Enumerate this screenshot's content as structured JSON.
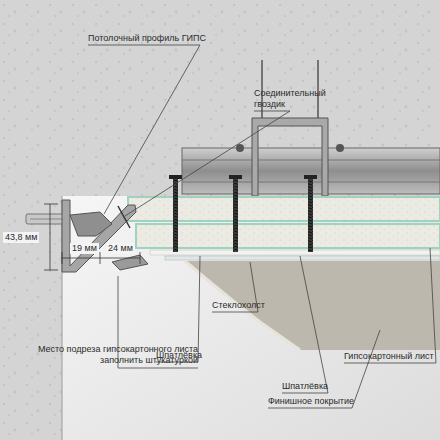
{
  "diagram": {
    "labels": [
      "Потолочный профиль ГИПС",
      "Соединительный гвоздик",
      "43,8 мм",
      "19 мм",
      "24 мм",
      "Стеклохолст",
      "Место подреза гипсокартонного листа заполнить штукатуркой",
      "Шпатлёвка",
      "Шпатлёвка",
      "Финишное покрытие",
      "Гипсокартонный лист"
    ]
  }
}
